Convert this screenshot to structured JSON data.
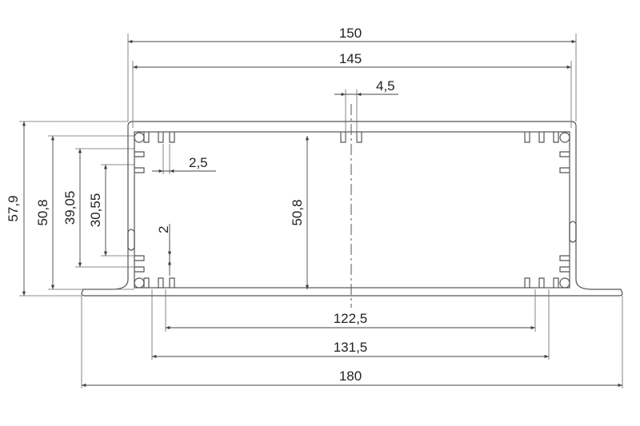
{
  "colors": {
    "line": "#555555",
    "text": "#222222",
    "background": "#ffffff"
  },
  "dimensions": {
    "top_width_outer": "150",
    "top_width_inner": "145",
    "slot_gap": "4,5",
    "fin_gap_small": "2,5",
    "fin_gap_lower": "2",
    "height_total": "57,9",
    "height_body": "50,8",
    "height_fin_upper": "39,05",
    "height_fin_lower": "30,55",
    "height_center": "50,8",
    "bottom_inner": "122,5",
    "bottom_middle": "131,5",
    "bottom_outer": "180"
  }
}
